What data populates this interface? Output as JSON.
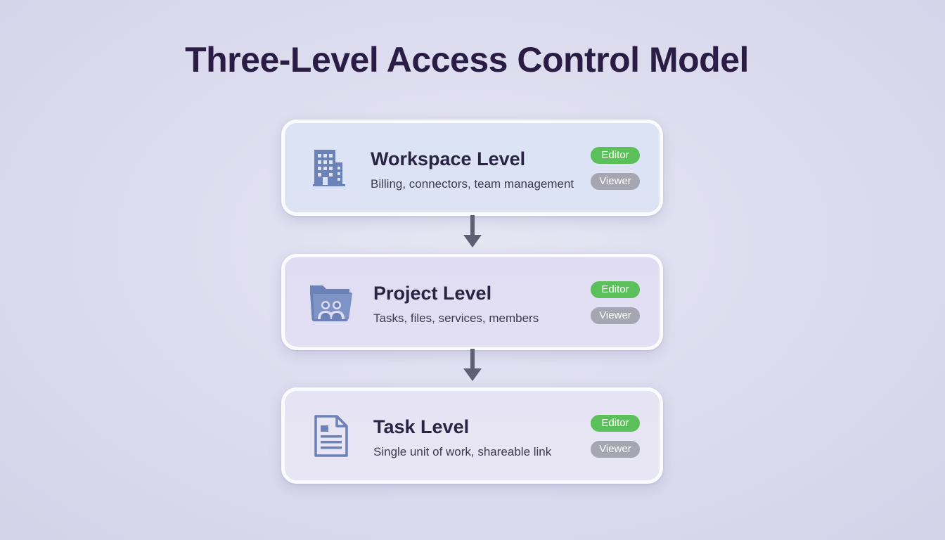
{
  "title": "Three-Level Access Control Model",
  "colors": {
    "editor_badge": "#5cc05a",
    "viewer_badge": "#a6a6b2",
    "icon": "#6b82b8",
    "arrow": "#5d5f73",
    "title": "#2a1d45"
  },
  "levels": [
    {
      "icon": "building-icon",
      "title": "Workspace Level",
      "description": "Billing, connectors, team management",
      "roles": {
        "editor": "Editor",
        "viewer": "Viewer"
      }
    },
    {
      "icon": "folder-users-icon",
      "title": "Project Level",
      "description": "Tasks, files, services, members",
      "roles": {
        "editor": "Editor",
        "viewer": "Viewer"
      }
    },
    {
      "icon": "document-icon",
      "title": "Task Level",
      "description": "Single unit of work, shareable link",
      "roles": {
        "editor": "Editor",
        "viewer": "Viewer"
      }
    }
  ]
}
